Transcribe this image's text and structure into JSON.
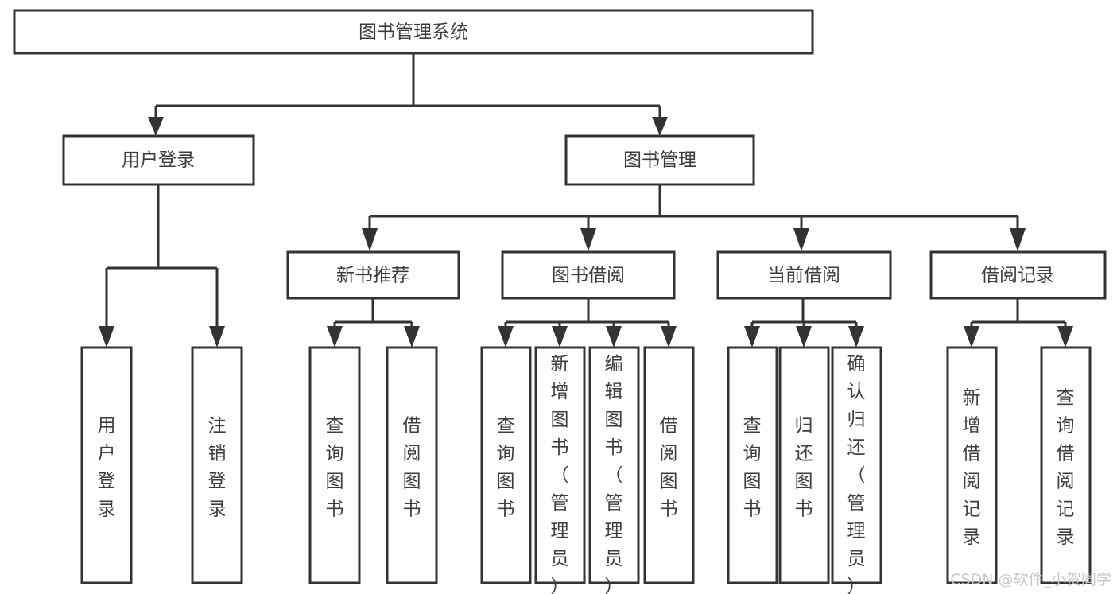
{
  "diagram": {
    "title": "图书管理系统",
    "type": "tree-hierarchy",
    "root": {
      "id": "root",
      "label": "图书管理系统"
    },
    "level1": [
      {
        "id": "user-login",
        "label": "用户登录"
      },
      {
        "id": "book-management",
        "label": "图书管理"
      }
    ],
    "level2": [
      {
        "id": "new-book-recommend",
        "label": "新书推荐",
        "parent": "book-management"
      },
      {
        "id": "book-borrow",
        "label": "图书借阅",
        "parent": "book-management"
      },
      {
        "id": "current-borrow",
        "label": "当前借阅",
        "parent": "book-management"
      },
      {
        "id": "borrow-record",
        "label": "借阅记录",
        "parent": "book-management"
      }
    ],
    "leaves": {
      "user-login": [
        {
          "id": "leaf-user-login",
          "label": "用户登录"
        },
        {
          "id": "leaf-user-logout",
          "label": "注销登录"
        }
      ],
      "new-book-recommend": [
        {
          "id": "leaf-query-book-1",
          "label": "查询图书"
        },
        {
          "id": "leaf-borrow-book-1",
          "label": "借阅图书"
        }
      ],
      "book-borrow": [
        {
          "id": "leaf-query-book-2",
          "label": "查询图书"
        },
        {
          "id": "leaf-add-book",
          "label": "新增图书（管理员）"
        },
        {
          "id": "leaf-edit-book",
          "label": "编辑图书（管理员）"
        },
        {
          "id": "leaf-borrow-book-2",
          "label": "借阅图书"
        }
      ],
      "current-borrow": [
        {
          "id": "leaf-query-book-3",
          "label": "查询图书"
        },
        {
          "id": "leaf-return-book",
          "label": "归还图书"
        },
        {
          "id": "leaf-confirm-return",
          "label": "确认归还（管理员）"
        }
      ],
      "borrow-record": [
        {
          "id": "leaf-add-record",
          "label": "新增借阅记录"
        },
        {
          "id": "leaf-query-record",
          "label": "查询借阅记录"
        }
      ]
    },
    "colors": {
      "box_stroke": "#333333",
      "box_fill": "#ffffff",
      "text": "#3d3d3d",
      "connector": "#333333",
      "watermark": "#c9c9c9",
      "background": "#ffffff"
    }
  },
  "watermark": {
    "text": "CSDN @软件_小贺同学"
  }
}
